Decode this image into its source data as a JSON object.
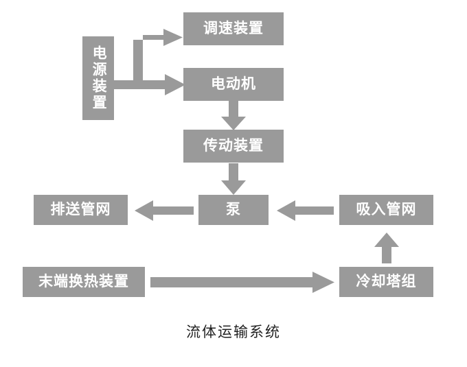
{
  "diagram": {
    "title": "流体运输系统",
    "node_fill": "#9a9a9a",
    "node_text_color": "#ffffff",
    "arrow_color": "#9a9a9a",
    "background": "#ffffff",
    "nodes": [
      {
        "id": "power",
        "label": "电源装置",
        "orientation": "vertical"
      },
      {
        "id": "speed",
        "label": "调速装置",
        "orientation": "horizontal"
      },
      {
        "id": "motor",
        "label": "电动机",
        "orientation": "horizontal"
      },
      {
        "id": "transmission",
        "label": "传动装置",
        "orientation": "horizontal"
      },
      {
        "id": "pump",
        "label": "泵",
        "orientation": "horizontal"
      },
      {
        "id": "discharge",
        "label": "排送管网",
        "orientation": "horizontal"
      },
      {
        "id": "suction",
        "label": "吸入管网",
        "orientation": "horizontal"
      },
      {
        "id": "terminal",
        "label": "末端换热装置",
        "orientation": "horizontal"
      },
      {
        "id": "cooling",
        "label": "冷却塔组",
        "orientation": "horizontal"
      }
    ],
    "edges": [
      {
        "id": "power-to-speed",
        "from": "power",
        "to": "speed",
        "direction": "up-right"
      },
      {
        "id": "power-to-motor",
        "from": "power",
        "to": "motor",
        "direction": "right"
      },
      {
        "id": "motor-to-transmission",
        "from": "motor",
        "to": "transmission",
        "direction": "down"
      },
      {
        "id": "transmission-to-pump",
        "from": "transmission",
        "to": "pump",
        "direction": "down"
      },
      {
        "id": "pump-to-discharge",
        "from": "pump",
        "to": "discharge",
        "direction": "left"
      },
      {
        "id": "suction-to-pump",
        "from": "suction",
        "to": "pump",
        "direction": "left"
      },
      {
        "id": "cooling-to-suction",
        "from": "cooling",
        "to": "suction",
        "direction": "up"
      },
      {
        "id": "terminal-to-cooling",
        "from": "terminal",
        "to": "cooling",
        "direction": "right"
      }
    ]
  }
}
